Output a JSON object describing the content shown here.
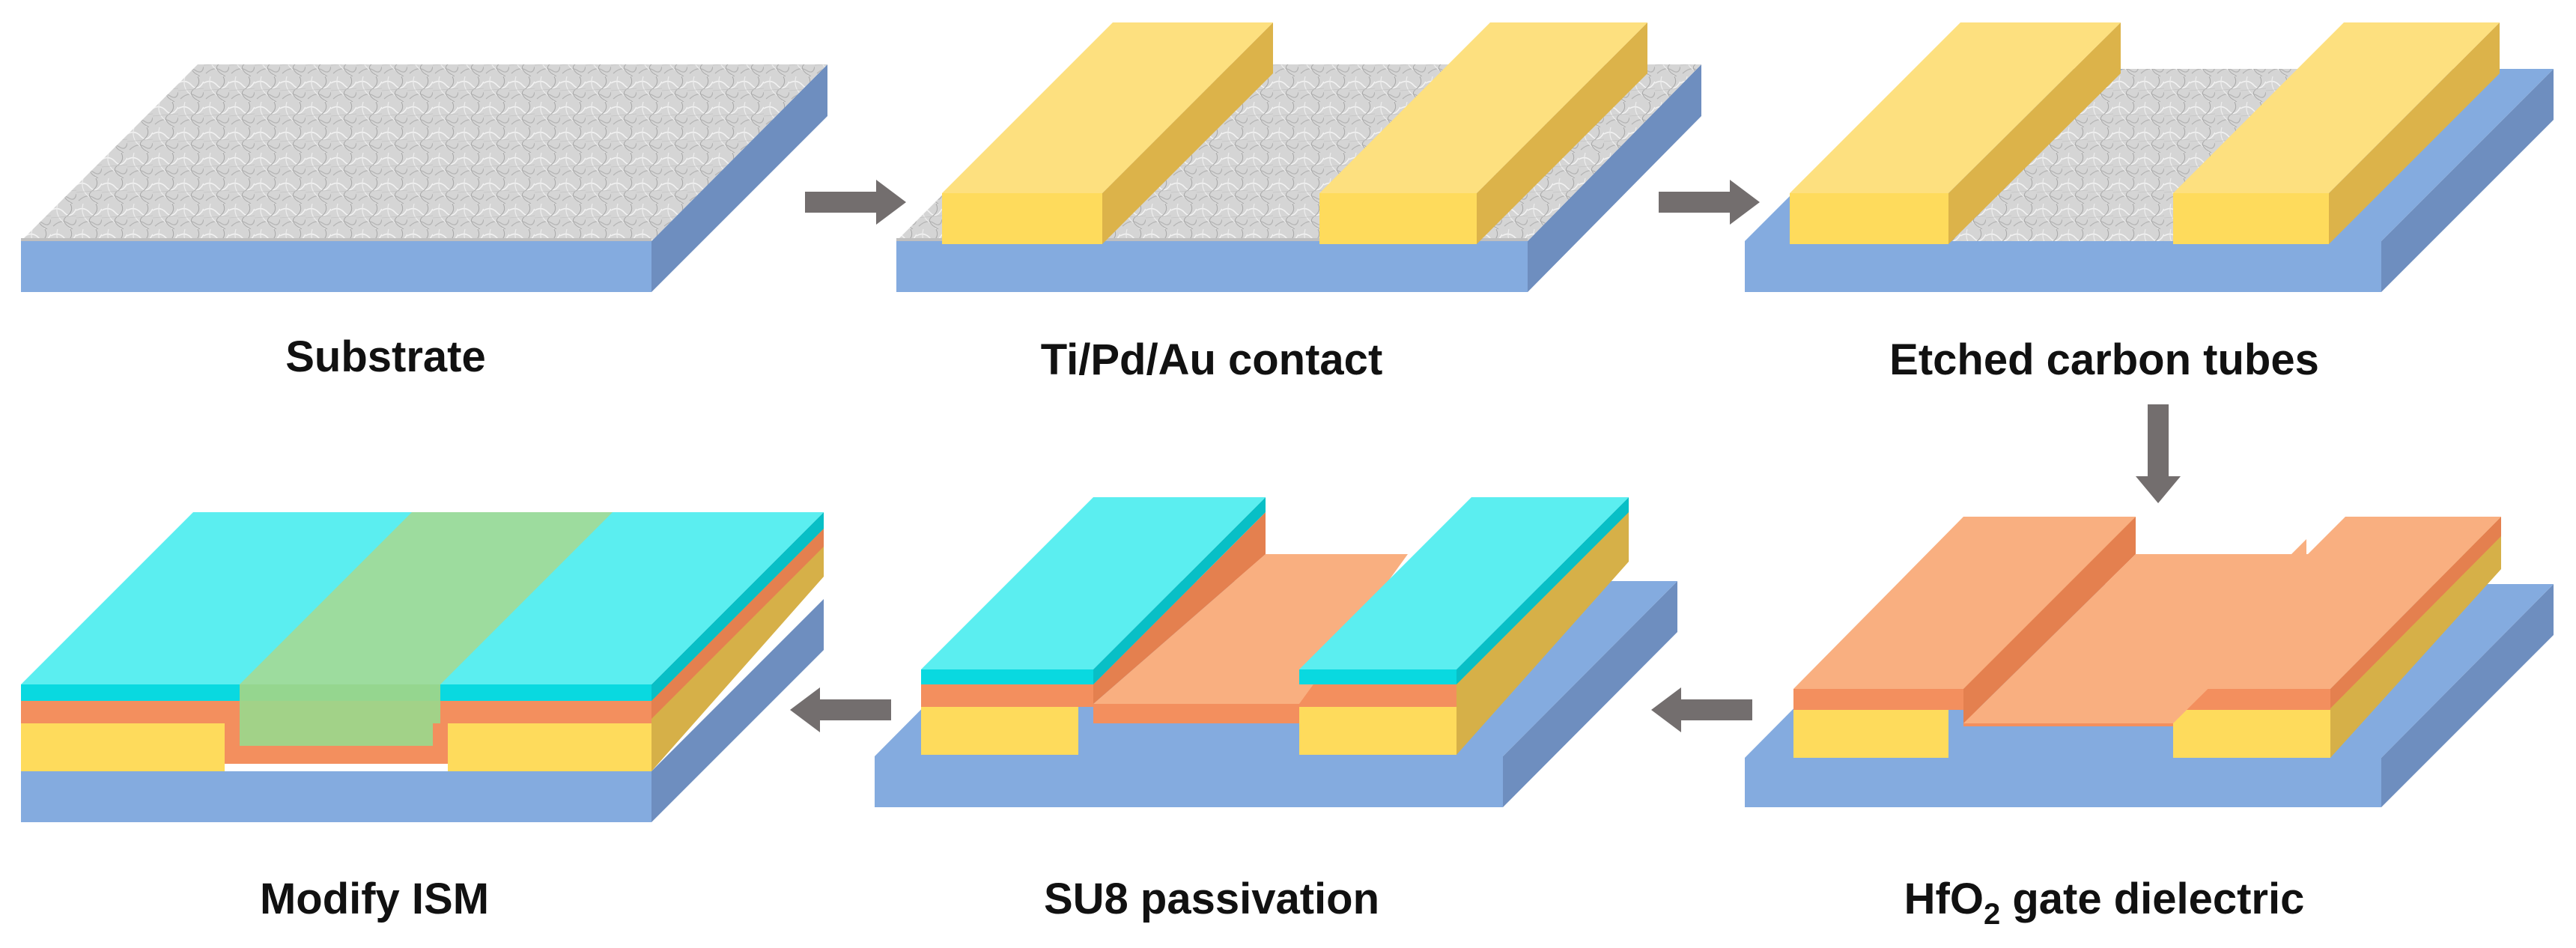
{
  "steps": [
    {
      "label": "Substrate"
    },
    {
      "label": "Ti/Pd/Au contact"
    },
    {
      "label": "Etched carbon tubes"
    },
    {
      "label_main": "HfO",
      "label_sub": "2",
      "label_rest": " gate dielectric"
    },
    {
      "label": "SU8 passivation"
    },
    {
      "label": "Modify ISM"
    }
  ],
  "colors": {
    "substrate": "#84ABDF",
    "cnt_film": "#D5D5D5",
    "contact_gold": "#FEDB5C",
    "hfo2_dielectric": "#F9AF80",
    "su8_passivation": "#5BEEF0",
    "ism_membrane": "#9DD68A",
    "arrow": "#736E6E",
    "text": "#111111"
  },
  "icons": {
    "arrow": "process-arrow-icon"
  }
}
